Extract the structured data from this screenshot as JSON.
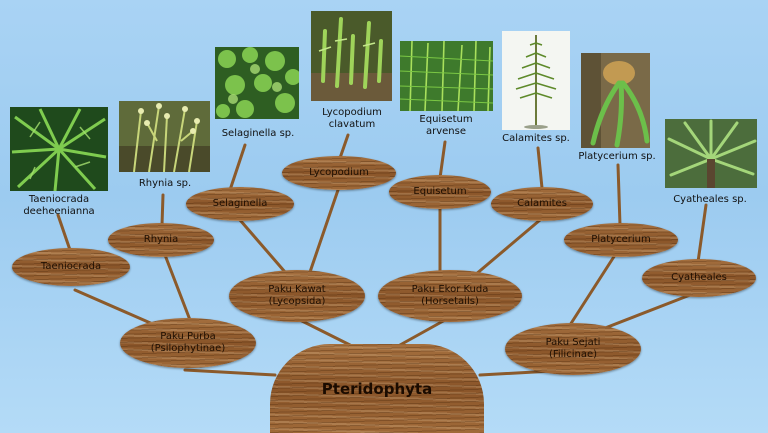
{
  "root": {
    "label": "Pteridophyta"
  },
  "groups": {
    "psilophytinae": "Paku Purba\n(Psilophytinae)",
    "lycopsida": "Paku Kawat\n(Lycopsida)",
    "horsetails": "Paku Ekor Kuda\n(Horsetails)",
    "filicinae": "Paku Sejati\n(Filicinae)"
  },
  "genera": {
    "taeniocrada": "Taeniocrada",
    "rhynia": "Rhynia",
    "selaginella": "Selaginella",
    "lycopodium": "Lycopodium",
    "equisetum": "Equisetum",
    "calamites": "Calamites",
    "platycerium": "Platycerium",
    "cyatheales": "Cyatheales"
  },
  "captions": {
    "taeniocrada": "Taeniocrada\ndeeheenianna",
    "rhynia": "Rhynia sp.",
    "selaginella": "Selaginella sp.",
    "lycopodium": "Lycopodium\nclavatum",
    "equisetum": "Equisetum\narvense",
    "calamites": "Calamites sp.",
    "platycerium": "Platycerium sp.",
    "cyatheales": "Cyatheales sp."
  },
  "colors": {
    "sky": "#a9d3f4",
    "wood": "#8a5529",
    "branch": "#8b5a2b"
  },
  "photos": [
    "fern-photo",
    "rhynia-photo",
    "selaginella-photo",
    "lycopodium-photo",
    "equisetum-photo",
    "calamites-photo",
    "platycerium-photo",
    "cyatheales-photo"
  ]
}
